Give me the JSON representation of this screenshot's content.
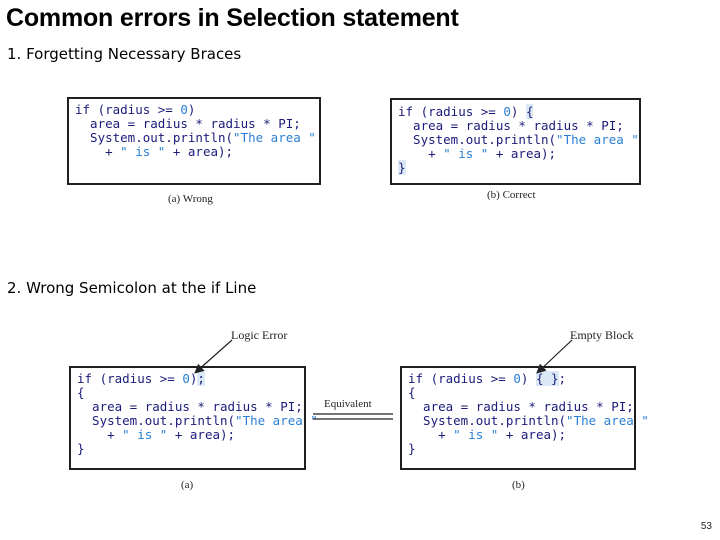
{
  "title": "Common errors in Selection statement",
  "section1": {
    "heading": "1. Forgetting Necessary Braces",
    "wrong": {
      "caption": "(a) Wrong",
      "lines": [
        "if (radius >= 0)",
        "  area = radius * radius * PI;",
        "  System.out.println(\"The area \"",
        "    + \" is \" + area);"
      ]
    },
    "correct": {
      "caption": "(b) Correct",
      "lines": [
        "if (radius >= 0) {",
        "  area = radius * radius * PI;",
        "  System.out.println(\"The area \"",
        "    + \" is \" + area);",
        "}"
      ]
    }
  },
  "section2": {
    "heading": "2. Wrong Semicolon at the if Line",
    "left": {
      "caption": "(a)",
      "callout": "Logic Error",
      "lines": [
        "if (radius >= 0);",
        "{",
        "  area = radius * radius * PI;",
        "  System.out.println(\"The area \"",
        "    + \" is \" + area);",
        "}"
      ]
    },
    "equivalent_label": "Equivalent",
    "right": {
      "caption": "(b)",
      "callout": "Empty Block",
      "lines": [
        "if (radius >= 0) { };",
        "{",
        "  area = radius * radius * PI;",
        "  System.out.println(\"The area \"",
        "    + \" is \" + area);",
        "}"
      ]
    }
  },
  "page_number": "53"
}
